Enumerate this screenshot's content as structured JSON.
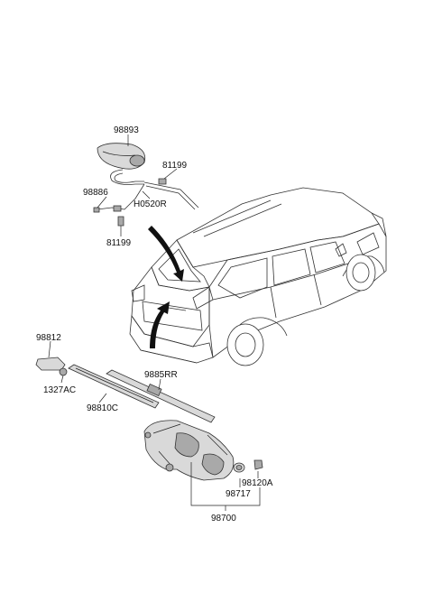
{
  "labels": {
    "p98893": "98893",
    "p81199a": "81199",
    "p98886": "98886",
    "pH0520R": "H0520R",
    "p81199b": "81199",
    "p98812": "98812",
    "p1327AC": "1327AC",
    "p9885RR": "9885RR",
    "p98810C": "98810C",
    "p98717": "98717",
    "p98120A": "98120A",
    "p98700": "98700"
  }
}
